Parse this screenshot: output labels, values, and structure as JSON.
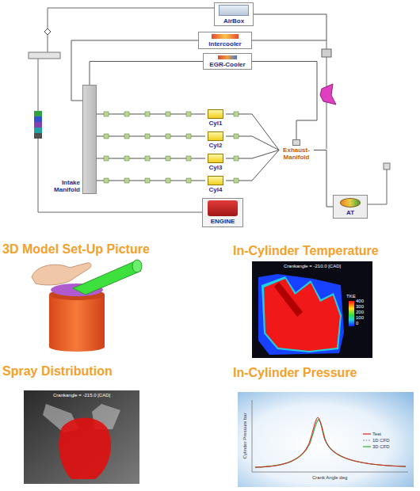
{
  "diagram": {
    "nodes": [
      {
        "text": [
          "AirBox"
        ]
      },
      {
        "text": [
          "Intercooler"
        ]
      },
      {
        "text": [
          "EGR-Cooler"
        ]
      },
      {
        "text": [
          "Intake Manifold"
        ]
      },
      {
        "text": [
          "Cyl1"
        ]
      },
      {
        "text": [
          "Cyl2"
        ]
      },
      {
        "text": [
          "Cyl3"
        ]
      },
      {
        "text": [
          "Cyl4"
        ]
      },
      {
        "text": [
          "Exhaust-Manifold"
        ]
      },
      {
        "text": [
          "ENGINE"
        ]
      },
      {
        "text": [
          "AT"
        ]
      }
    ],
    "edges": [
      {
        "from": 0,
        "to": 1,
        "arrow": "none"
      },
      {
        "from": 1,
        "to": 3,
        "arrow": "none"
      },
      {
        "from": 3,
        "to": 4,
        "arrow": "none"
      },
      {
        "from": 3,
        "to": 5,
        "arrow": "none"
      },
      {
        "from": 3,
        "to": 6,
        "arrow": "none"
      },
      {
        "from": 3,
        "to": 7,
        "arrow": "none"
      },
      {
        "from": 4,
        "to": 8,
        "arrow": "none"
      },
      {
        "from": 5,
        "to": 8,
        "arrow": "none"
      },
      {
        "from": 6,
        "to": 8,
        "arrow": "none"
      },
      {
        "from": 7,
        "to": 8,
        "arrow": "none"
      },
      {
        "from": 8,
        "to": 2,
        "arrow": "none"
      },
      {
        "from": 2,
        "to": 3,
        "arrow": "none"
      },
      {
        "from": 8,
        "to": 10,
        "arrow": "none"
      }
    ],
    "labels": [
      "3D Model Set-Up Picture",
      "In-Cylinder Temperature",
      "Crankangle = -210.0 [CAD]",
      "TKE",
      "400",
      "300",
      "200",
      "100",
      "0",
      "Spray Distribution",
      "In-Cylinder Pressure",
      "Crankangle = -215.0 [CAD]",
      "Cylinder Pressure bar",
      "Crank Angle deg"
    ],
    "legend": [
      {
        "text": "Test"
      },
      {
        "text": "1D CFD"
      },
      {
        "text": "3D CFD"
      }
    ]
  }
}
